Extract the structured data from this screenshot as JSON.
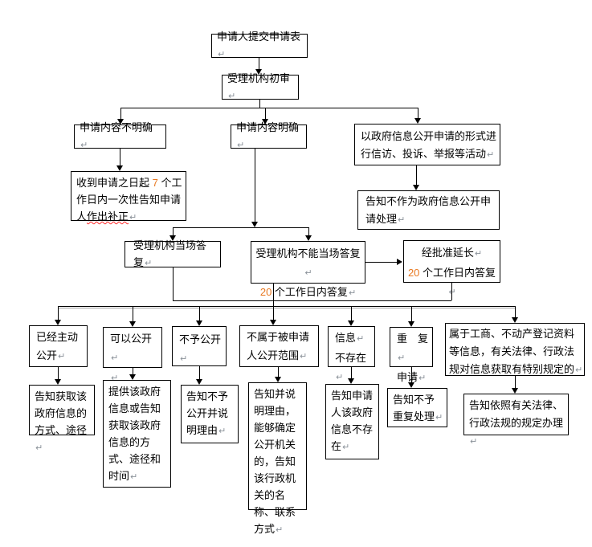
{
  "marks": {
    "return": "↵"
  },
  "colors": {
    "number": "#e87820",
    "spellcheck_underline": "#ff2a2a",
    "return_mark": "#8a9199",
    "connector": "#000000",
    "connector_shadow": "#9a9a9a"
  },
  "nodes": {
    "submit": {
      "text": "申请人提交申请表"
    },
    "review": {
      "text": "受理机构初审"
    },
    "unclear": {
      "text": "申请内容不明确"
    },
    "clear": {
      "text": "申请内容明确"
    },
    "petition": {
      "text": "以政府信息公开申请的形式进行信访、投诉、举报等活动"
    },
    "supplement": {
      "pre": "收到申请之日起 ",
      "num": "7",
      "mid": " 个工作日内一次性告知申请人",
      "underlined": "作出补正"
    },
    "not_treated": {
      "text": "告知不作为政府信息公开申请处理"
    },
    "onspot": {
      "text": "受理机构当场答复"
    },
    "cannot_onspot": {
      "line1": "受理机构不能当场答复",
      "num": "20",
      "line2_rest": " 个工作日内答复"
    },
    "extended": {
      "line1": "经批准延长",
      "num": "20",
      "line2_rest": " 个工作日内答复"
    },
    "already_public": {
      "text": "已经主动公开"
    },
    "can_public": {
      "text": "可以公开"
    },
    "not_public": {
      "text": "不予公开"
    },
    "not_in_scope": {
      "text": "不属于被申请人公开范围"
    },
    "not_exist": {
      "line1": "信息",
      "line2": "不存在"
    },
    "repeat": {
      "line1": "重　复",
      "line2": "申请"
    },
    "special": {
      "text": "属于工商、不动产登记资料等信息，有关法律、行政法规对信息获取有特别规定的"
    },
    "ans_already": {
      "text": "告知获取该政府信息的方式、途径"
    },
    "ans_can": {
      "text": "提供该政府信息或告知获取该政府信息的方式、途径和时间"
    },
    "ans_not": {
      "text": "告知不予公开并说明理由"
    },
    "ans_scope": {
      "text": "告知并说明理由，能够确定公开机关的，告知该行政机关的名称、联系方式"
    },
    "ans_exist": {
      "text": "告知申请人该政府信息不存在"
    },
    "ans_repeat": {
      "text": "告知不予重复处理"
    },
    "ans_special": {
      "text": "告知依照有关法律、行政法规的规定办理"
    }
  }
}
